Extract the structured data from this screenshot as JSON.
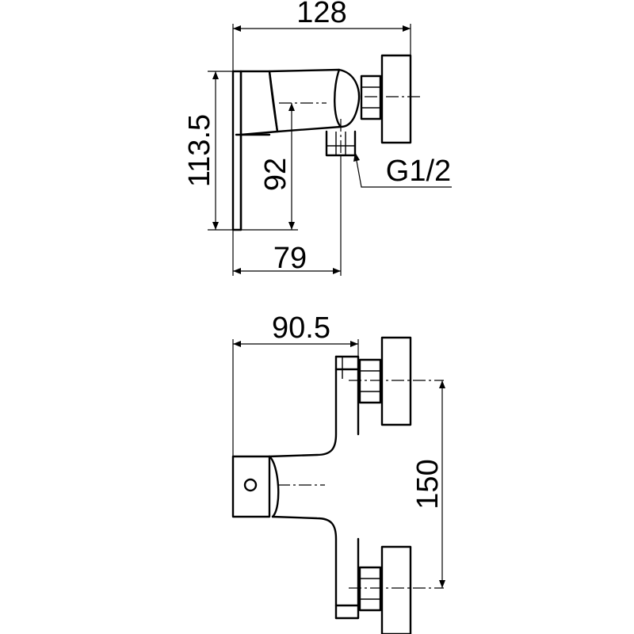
{
  "dimensions": {
    "side_overall_width": "128",
    "side_height": "113.5",
    "side_outlet_height": "92",
    "side_depth": "79",
    "thread": "G1/2",
    "front_width": "90.5",
    "inlet_spacing": "150"
  }
}
